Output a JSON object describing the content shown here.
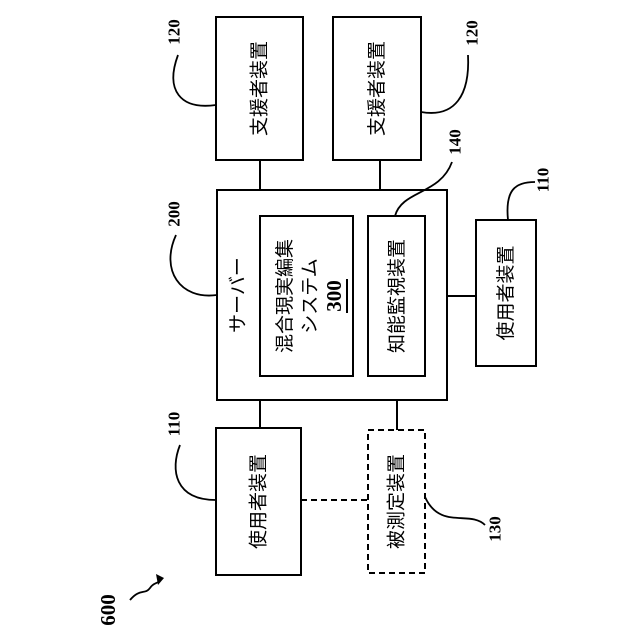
{
  "diagram": {
    "figure_ref": "600",
    "server": {
      "label": "サーバー",
      "ref": "200"
    },
    "mr_editing_system": {
      "label_line1": "混合現実編集",
      "label_line2": "システム",
      "ref": "300"
    },
    "intelligent_monitor": {
      "label": "知能監視装置",
      "ref": "140"
    },
    "support_device_left": {
      "label": "支援者装置",
      "ref": "120"
    },
    "support_device_right": {
      "label": "支援者装置",
      "ref": "120"
    },
    "user_device_bottom": {
      "label": "使用者装置",
      "ref": "110"
    },
    "user_device_right": {
      "label": "使用者装置",
      "ref": "110"
    },
    "measured_device": {
      "label": "被測定装置",
      "ref": "130"
    }
  }
}
